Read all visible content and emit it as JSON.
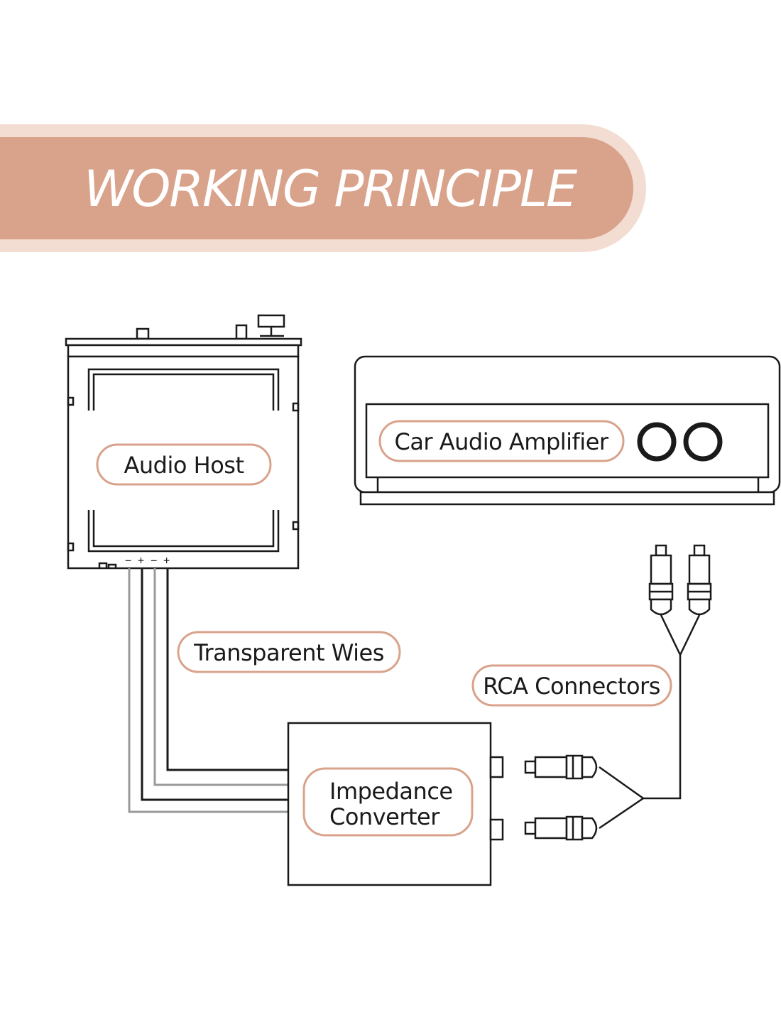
{
  "title": "WORKING PRINCIPLE",
  "labels": {
    "audio_host": "Audio Host",
    "car_audio_amplifier": "Car Audio Amplifier",
    "transparent_wires": "Transparent Wies",
    "rca_connectors": "RCA Connectors",
    "impedance_converter_line1": "Impedance",
    "impedance_converter_line2": "Converter"
  },
  "terminal_polarity": "− + − +",
  "colors": {
    "banner": "#d9a28b",
    "banner_glow": "#f3ddd2",
    "pill_border": "#d9a28b",
    "line": "#1a1a1a",
    "wire_gray": "#9a9a9a"
  }
}
